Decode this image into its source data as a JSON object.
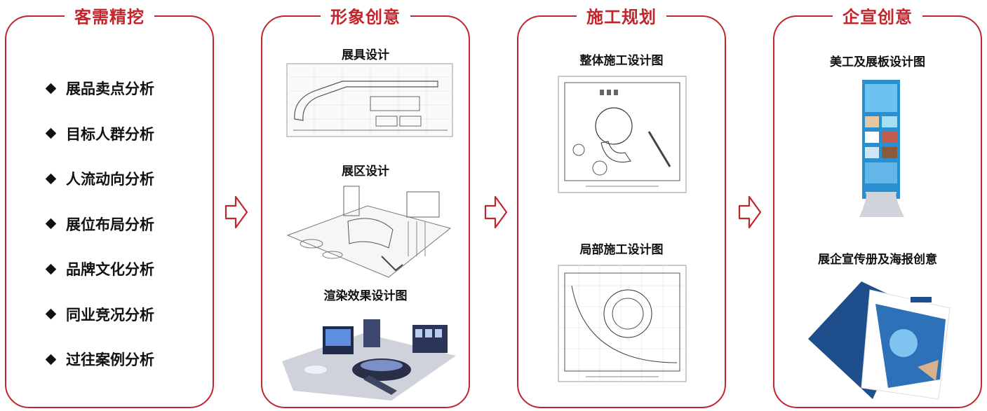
{
  "colors": {
    "accent": "#c0262c",
    "text": "#111111"
  },
  "panels": [
    {
      "title": "客需精挖",
      "items": [
        "展品卖点分析",
        "目标人群分析",
        "人流动向分析",
        "展位布局分析",
        "品牌文化分析",
        "同业竞况分析",
        "过往案例分析"
      ]
    },
    {
      "title": "形象创意",
      "captions": [
        "展具设计",
        "展区设计",
        "渲染效果设计图"
      ]
    },
    {
      "title": "施工规划",
      "captions": [
        "整体施工设计图",
        "局部施工设计图"
      ]
    },
    {
      "title": "企宣创意",
      "captions": [
        "美工及展板设计图",
        "展企宣传册及海报创意"
      ]
    }
  ],
  "icons": [
    "arrow-right-icon"
  ]
}
